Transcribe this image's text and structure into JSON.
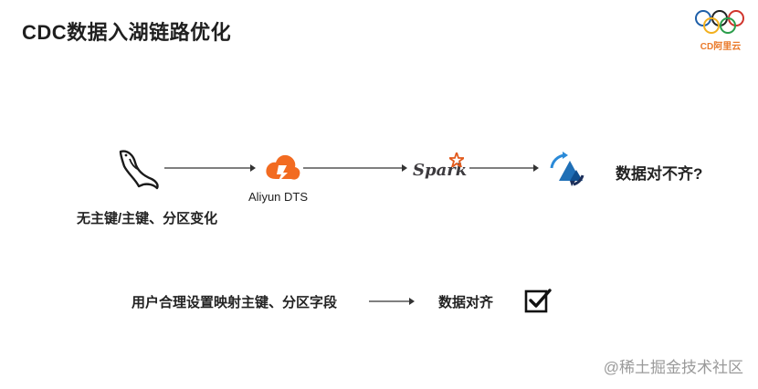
{
  "title": "CDC数据入湖链路优化",
  "logo": {
    "name": "olympic-rings-logo",
    "text": "CD阿里云"
  },
  "flow_top": {
    "source_icon": "mysql-dolphin-icon",
    "source_caption": "无主键/主键、分区变化",
    "dts_icon": "aliyun-dts-icon",
    "dts_label": "Aliyun DTS",
    "spark_label": "Spark",
    "spark_icon": "spark-star-icon",
    "lake_icon": "hudi-icon",
    "result_text": "数据对不齐?"
  },
  "flow_bottom": {
    "left_text": "用户合理设置映射主键、分区字段",
    "right_text": "数据对齐",
    "check_icon": "checkbox-checked-icon"
  },
  "watermark": "@稀土掘金技术社区",
  "colors": {
    "title": "#1f1f1f",
    "dts_orange": "#f26b21",
    "spark_star": "#e25a1c",
    "hudi_blue": "#1f6fb6",
    "logo_orange": "#ea7a2b",
    "watermark": "#9a9a9a"
  }
}
